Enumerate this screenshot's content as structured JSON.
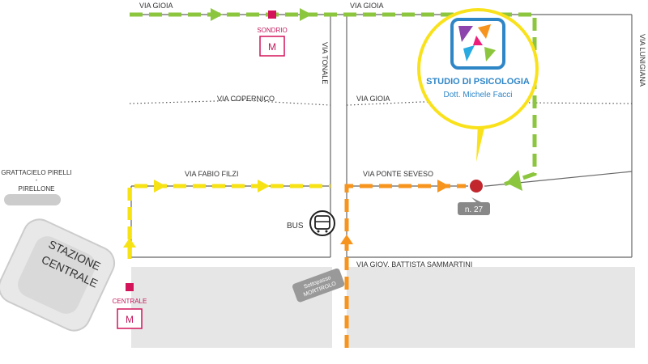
{
  "streets": {
    "via_gioia_left": "VIA GIOIA",
    "via_gioia_right": "VIA GIOIA",
    "via_gioia_mid": "VIA GIOIA",
    "via_copernico": "VIA COPERNICO",
    "via_tonale": "VIA TONALE",
    "via_lunigiana": "VIA LUNIGIANA",
    "via_fabio_filzi": "VIA FABIO FILZI",
    "via_ponte_seveso": "VIA PONTE SEVESO",
    "via_sammartini": "VIA GIOV. BATTISTA SAMMARTINI"
  },
  "landmarks": {
    "pirelli_line1": "GRATTACIELO PIRELLI",
    "pirelli_dash": "-",
    "pirelli_line2": "PIRELLONE",
    "station_line1": "STAZIONE",
    "station_line2": "CENTRALE",
    "sottopasso_line1": "Sottopasso",
    "sottopasso_line2": "MORTIROLO",
    "bus_label": "BUS",
    "destination_number": "n. 27"
  },
  "metro": {
    "sondrio_name": "SONDRIO",
    "sondrio_symbol": "M",
    "centrale_name": "CENTRALE",
    "centrale_symbol": "M"
  },
  "logo": {
    "title": "STUDIO DI PSICOLOGIA",
    "subtitle": "Dott. Michele Facci"
  },
  "icons": {
    "metro": "metro-m-icon",
    "bus": "bus-icon",
    "destination": "destination-marker-icon",
    "arrow": "direction-arrow-icon"
  },
  "colors": {
    "green_route": "#8cc63f",
    "yellow_route": "#f7e214",
    "orange_route": "#f7941d",
    "metro": "#d4145a",
    "logo_ring": "#f9e21b",
    "logo_blue": "#2f86c7",
    "destination": "#c1272d",
    "road_gray": "#e6e6e6",
    "road_line": "#666666"
  }
}
